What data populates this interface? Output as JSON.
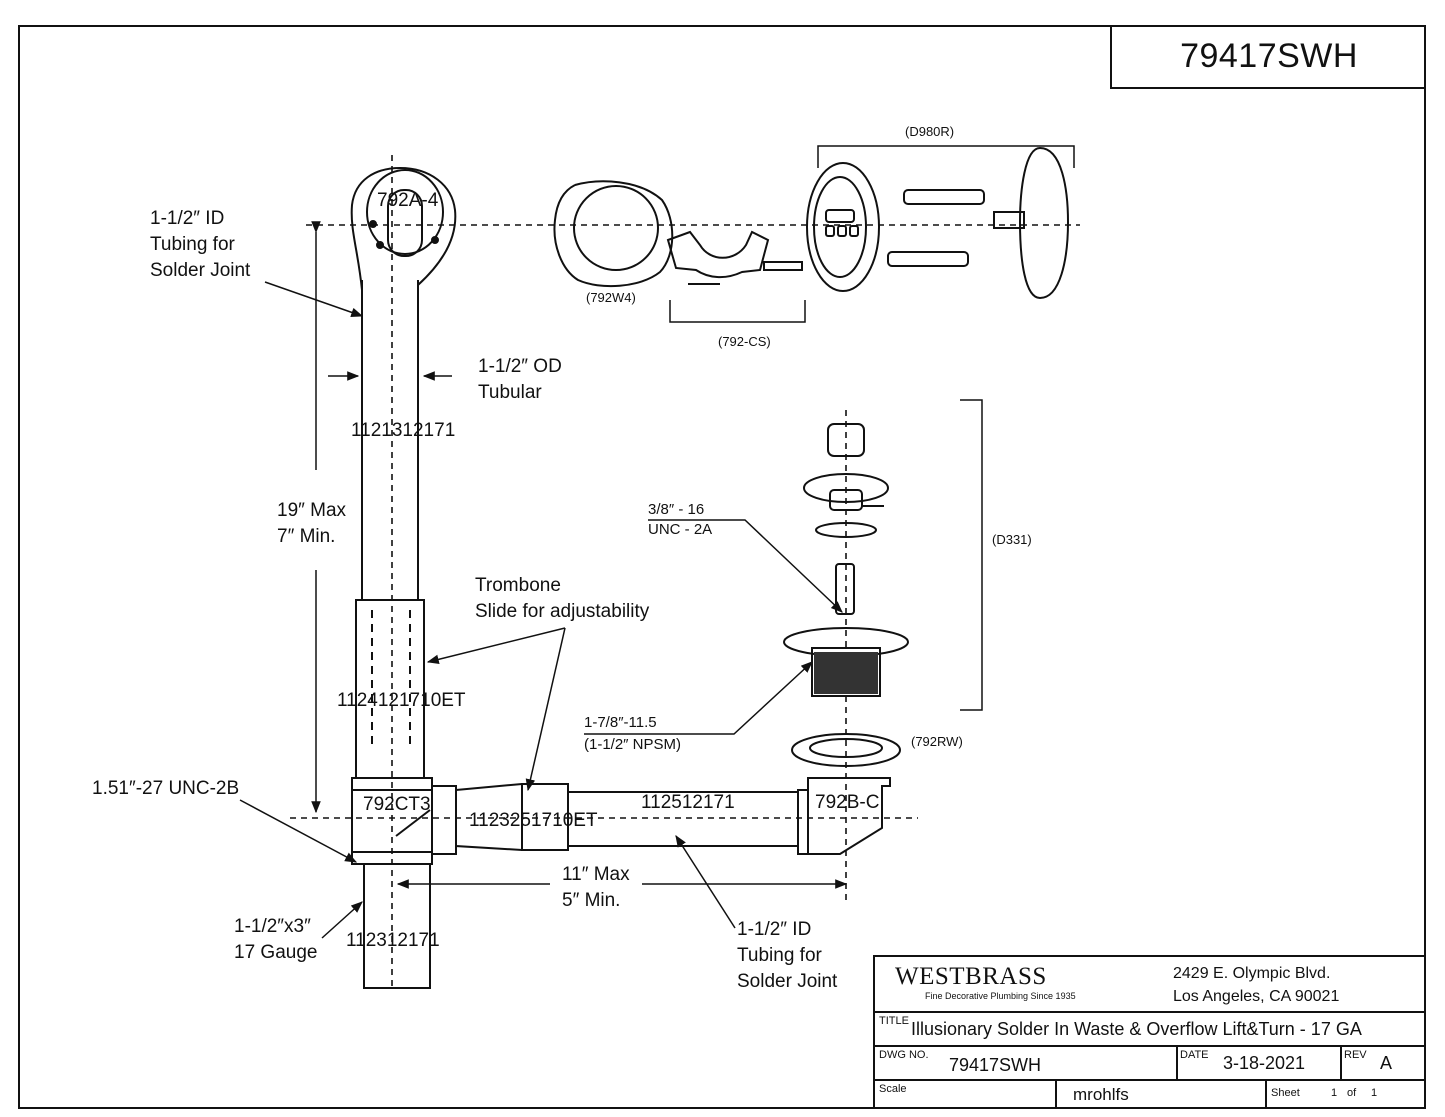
{
  "part_number": "79417SWH",
  "labels": {
    "id_tubing_top": [
      "1-1/2″ ID",
      "Tubing for",
      "Solder Joint"
    ],
    "od_tubular": [
      "1-1/2″ OD",
      "Tubular"
    ],
    "height_range": [
      "19″ Max",
      "7″ Min."
    ],
    "trombone": [
      "Trombone",
      "Slide for adjustability"
    ],
    "thread_tee": "1.51″-27 UNC-2B",
    "short_tube": [
      "1-1/2″x3″",
      "17 Gauge"
    ],
    "length_range": [
      "11″ Max",
      "5″ Min."
    ],
    "id_tubing_bottom": [
      "1-1/2″ ID",
      "Tubing for",
      "Solder Joint"
    ],
    "thread_stopper": [
      "3/8″ - 16",
      "UNC - 2A"
    ],
    "thread_drain": [
      "1-7/8″-11.5",
      "(1-1/2″ NPSM)"
    ]
  },
  "part_numbers": {
    "elbow": "792A-4",
    "vertical_tube": "1121312171",
    "slide_tube": "1124121710ET",
    "tee": "792CT3",
    "horizontal_slide": "1123251710ET",
    "horizontal_tube": "112512171",
    "shoe": "792B-C",
    "short_tube": "112312171"
  },
  "callouts": {
    "gasket_overflow": "(792W4)",
    "clip_screws": "(792-CS)",
    "faceplate": "(D980R)",
    "stopper": "(D331)",
    "washer": "(792RW)"
  },
  "title_block": {
    "company": "WESTBRASS",
    "tagline": "Fine Decorative Plumbing Since 1935",
    "address": [
      "2429 E. Olympic Blvd.",
      "Los Angeles, CA 90021"
    ],
    "title_caption": "TITLE",
    "title": "Illusionary Solder In Waste & Overflow Lift&Turn - 17 GA",
    "dwg_caption": "DWG NO.",
    "dwg_no": "79417SWH",
    "date_caption": "DATE",
    "date": "3-18-2021",
    "rev_caption": "REV",
    "rev": "A",
    "scale_caption": "Scale",
    "drawn_by": "mrohlfs",
    "sheet_caption": "Sheet",
    "sheet_num": "1",
    "sheet_of": "of",
    "sheet_total": "1"
  }
}
